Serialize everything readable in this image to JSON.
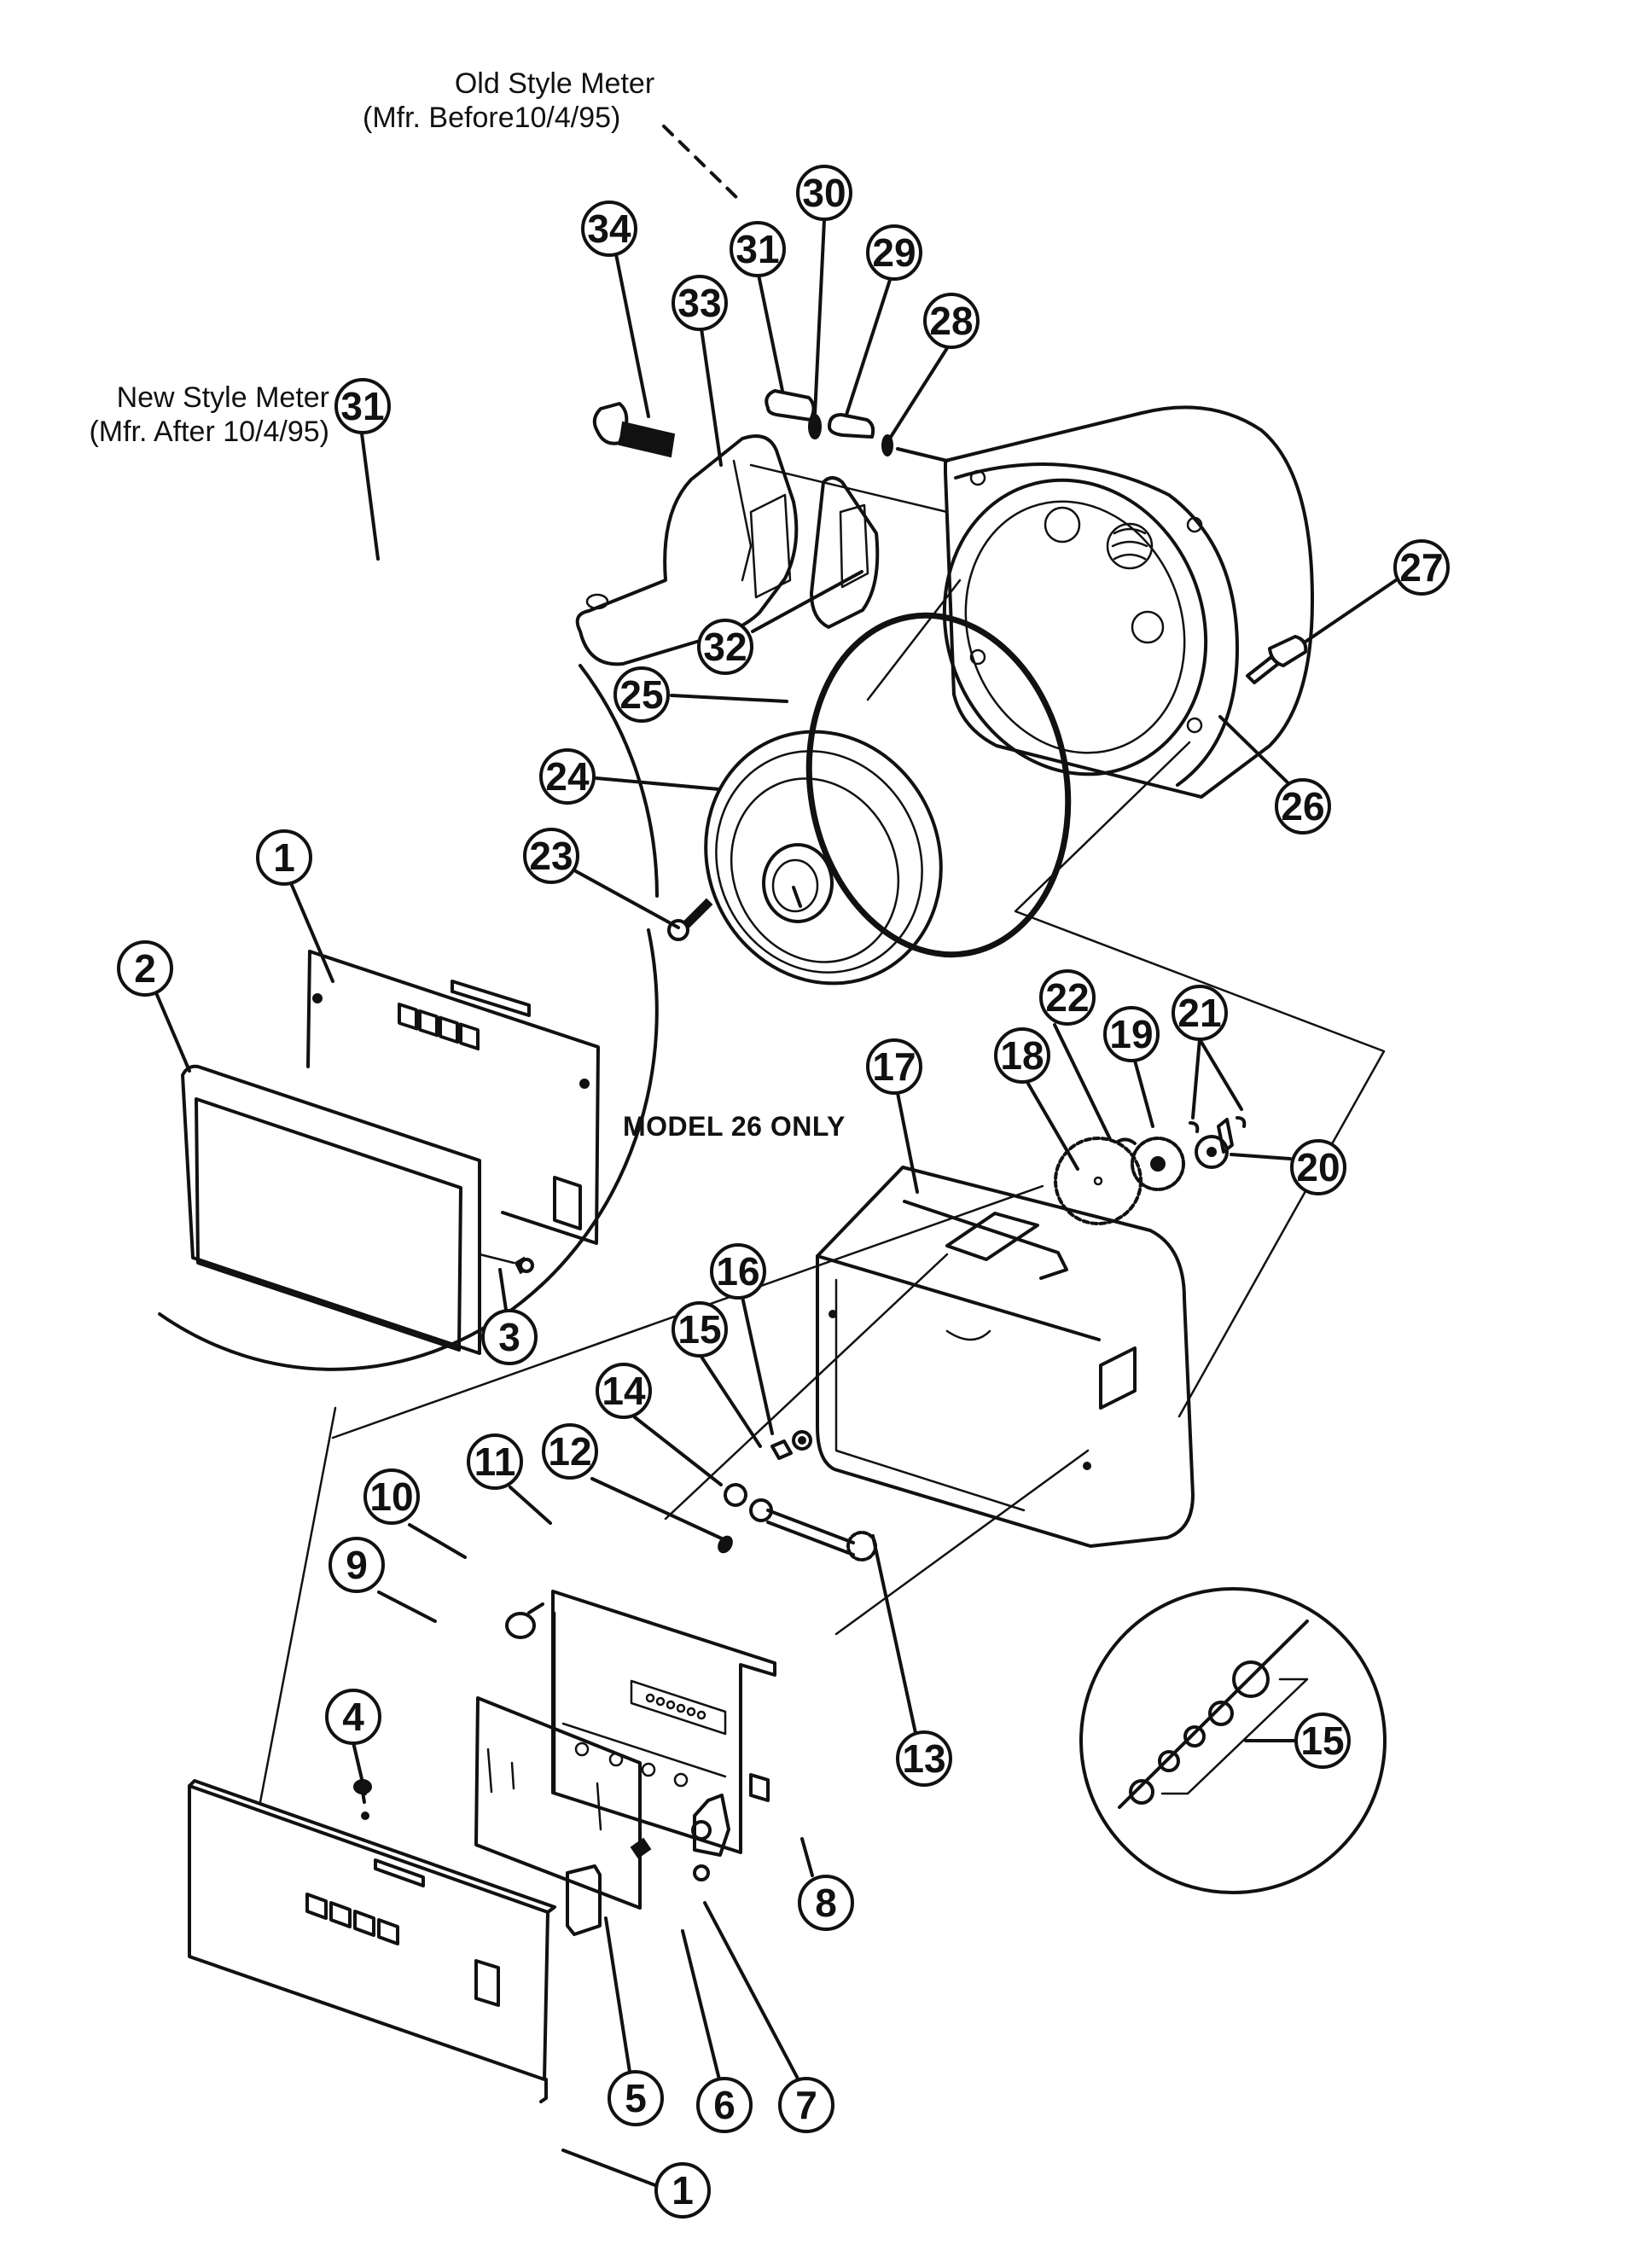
{
  "diagram": {
    "title": "Exploded parts diagram - meter and controller assembly",
    "notes": {
      "old_style_line1": "Old Style Meter",
      "old_style_line2": "(Mfr. Before10/4/95)",
      "new_style_line1": "New Style Meter",
      "new_style_line2": "(Mfr. After 10/4/95)",
      "model_note": "MODEL 26 ONLY"
    },
    "callouts": [
      {
        "id": "c34",
        "label": "34"
      },
      {
        "id": "c31-old",
        "label": "31"
      },
      {
        "id": "c30",
        "label": "30"
      },
      {
        "id": "c29",
        "label": "29"
      },
      {
        "id": "c33",
        "label": "33"
      },
      {
        "id": "c28",
        "label": "28"
      },
      {
        "id": "c31-new",
        "label": "31"
      },
      {
        "id": "c27",
        "label": "27"
      },
      {
        "id": "c32",
        "label": "32"
      },
      {
        "id": "c25",
        "label": "25"
      },
      {
        "id": "c24",
        "label": "24"
      },
      {
        "id": "c26",
        "label": "26"
      },
      {
        "id": "c23",
        "label": "23"
      },
      {
        "id": "c1-top",
        "label": "1"
      },
      {
        "id": "c2",
        "label": "2"
      },
      {
        "id": "c22",
        "label": "22"
      },
      {
        "id": "c19",
        "label": "19"
      },
      {
        "id": "c21",
        "label": "21"
      },
      {
        "id": "c18",
        "label": "18"
      },
      {
        "id": "c17",
        "label": "17"
      },
      {
        "id": "c20",
        "label": "20"
      },
      {
        "id": "c3",
        "label": "3"
      },
      {
        "id": "c16",
        "label": "16"
      },
      {
        "id": "c15",
        "label": "15"
      },
      {
        "id": "c14",
        "label": "14"
      },
      {
        "id": "c12",
        "label": "12"
      },
      {
        "id": "c11",
        "label": "11"
      },
      {
        "id": "c10",
        "label": "10"
      },
      {
        "id": "c9",
        "label": "9"
      },
      {
        "id": "c13",
        "label": "13"
      },
      {
        "id": "c15-inset",
        "label": "15"
      },
      {
        "id": "c8",
        "label": "8"
      },
      {
        "id": "c4",
        "label": "4"
      },
      {
        "id": "c5",
        "label": "5"
      },
      {
        "id": "c6",
        "label": "6"
      },
      {
        "id": "c7",
        "label": "7"
      },
      {
        "id": "c1-bottom",
        "label": "1"
      }
    ]
  }
}
